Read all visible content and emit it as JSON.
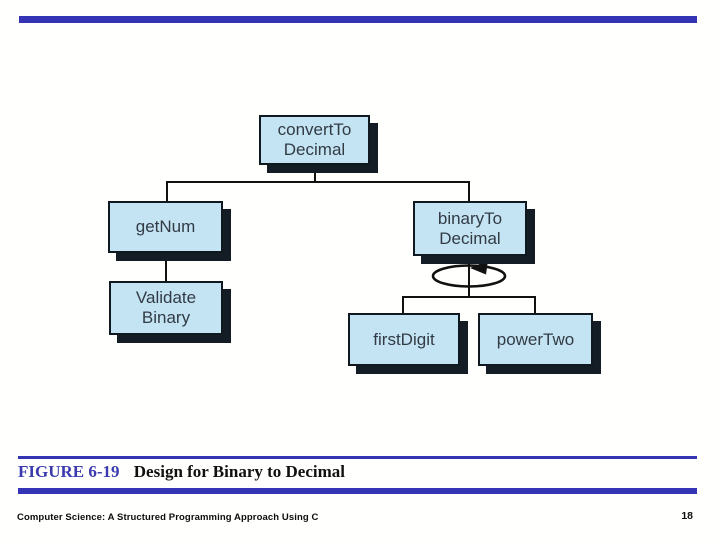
{
  "colors": {
    "accent-blue": "#3534b4",
    "figure-blue": "#3b3baf",
    "box-fill": "#c4e4f4",
    "box-border": "#101820",
    "box-shadow": "#141c26",
    "box-text": "#323b44",
    "line-black": "#111111"
  },
  "diagram": {
    "nodes": {
      "convert_to_decimal": {
        "label": "convertTo\nDecimal"
      },
      "get_num": {
        "label": "getNum"
      },
      "binary_to_decimal": {
        "label": "binaryTo\nDecimal"
      },
      "validate_binary": {
        "label": "Validate\nBinary"
      },
      "first_digit": {
        "label": "firstDigit"
      },
      "power_two": {
        "label": "powerTwo"
      }
    },
    "loop_icon": "iteration-loop-arrow"
  },
  "caption": {
    "figure_label": "FIGURE 6-19",
    "figure_title": "Design for Binary to Decimal"
  },
  "footer": {
    "book_title": "Computer Science: A Structured Programming Approach Using C",
    "page_number": "18"
  }
}
